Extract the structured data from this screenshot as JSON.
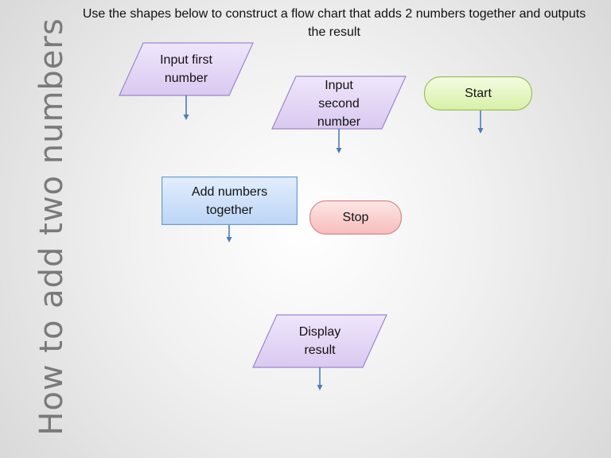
{
  "title": "How to add two numbers",
  "instruction": "Use the shapes below to construct a flow chart that adds 2 numbers  together and outputs the result",
  "shapes": {
    "input_first": "Input first number",
    "input_second": "Input second number",
    "start": "Start",
    "add": "Add numbers together",
    "stop": "Stop",
    "display": "Display result"
  },
  "colors": {
    "parallelogram_fill": "#e4d8f5",
    "parallelogram_stroke": "#9c86cc",
    "terminator_green_fill": "#e8f8c6",
    "terminator_green_stroke": "#9cc05a",
    "terminator_red_fill": "#fcd6d6",
    "terminator_red_stroke": "#d98888",
    "process_fill": "#cfe2fb",
    "process_stroke": "#6e9bd0",
    "arrow": "#4a7ebb"
  }
}
